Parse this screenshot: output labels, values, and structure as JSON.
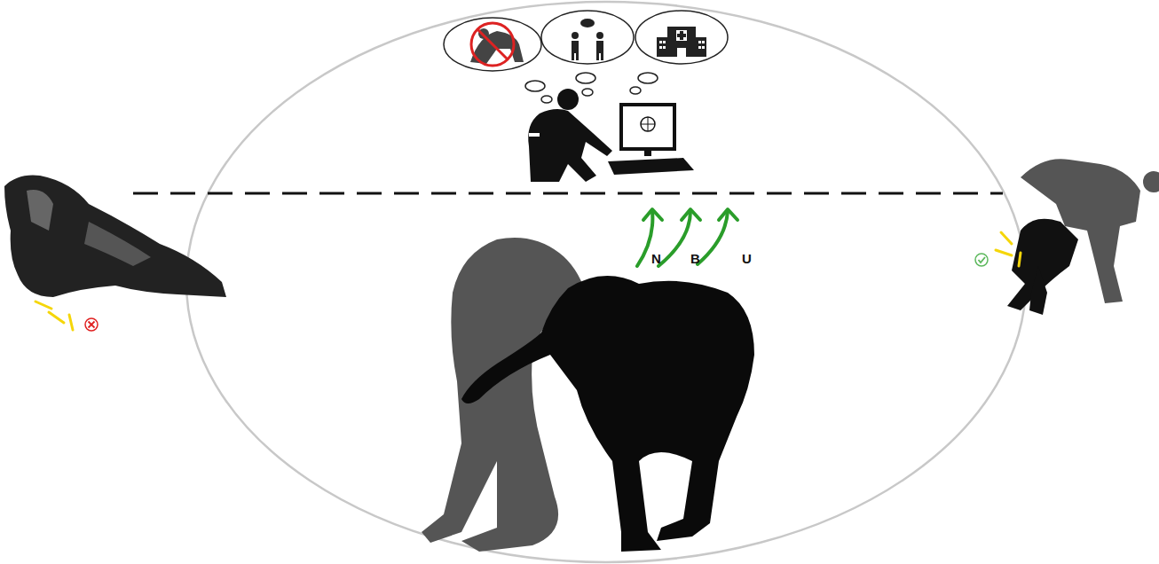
{
  "diagram": {
    "labels": [
      "N",
      "B",
      "U"
    ]
  }
}
